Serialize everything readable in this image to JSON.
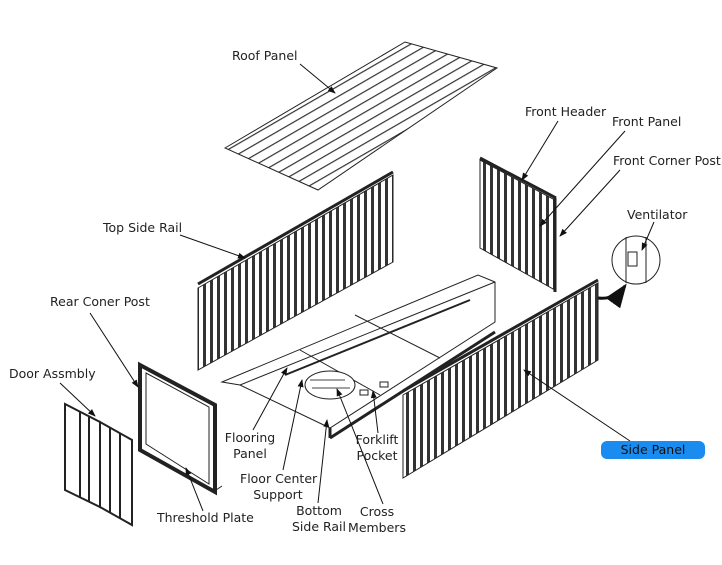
{
  "diagram": {
    "labels": {
      "roof_panel": "Roof Panel",
      "top_side_rail": "Top Side Rail",
      "front_header": "Front Header",
      "front_panel": "Front Panel",
      "front_corner_post": "Front Corner Post",
      "ventilator": "Ventilator",
      "rear_corner_post": "Rear Coner Post",
      "door_assembly": "Door Assmbly",
      "flooring_panel_1": "Flooring",
      "flooring_panel_2": "Panel",
      "floor_center_support_1": "Floor Center",
      "floor_center_support_2": "Support",
      "threshold_plate": "Threshold Plate",
      "bottom_side_rail_1": "Bottom",
      "bottom_side_rail_2": "Side Rail",
      "cross_members_1": "Cross",
      "cross_members_2": "Members",
      "forklift_pocket_1": "Forklift",
      "forklift_pocket_2": "Pocket",
      "side_panel": "Side Panel"
    },
    "highlight_color": "#1a8cf0"
  }
}
